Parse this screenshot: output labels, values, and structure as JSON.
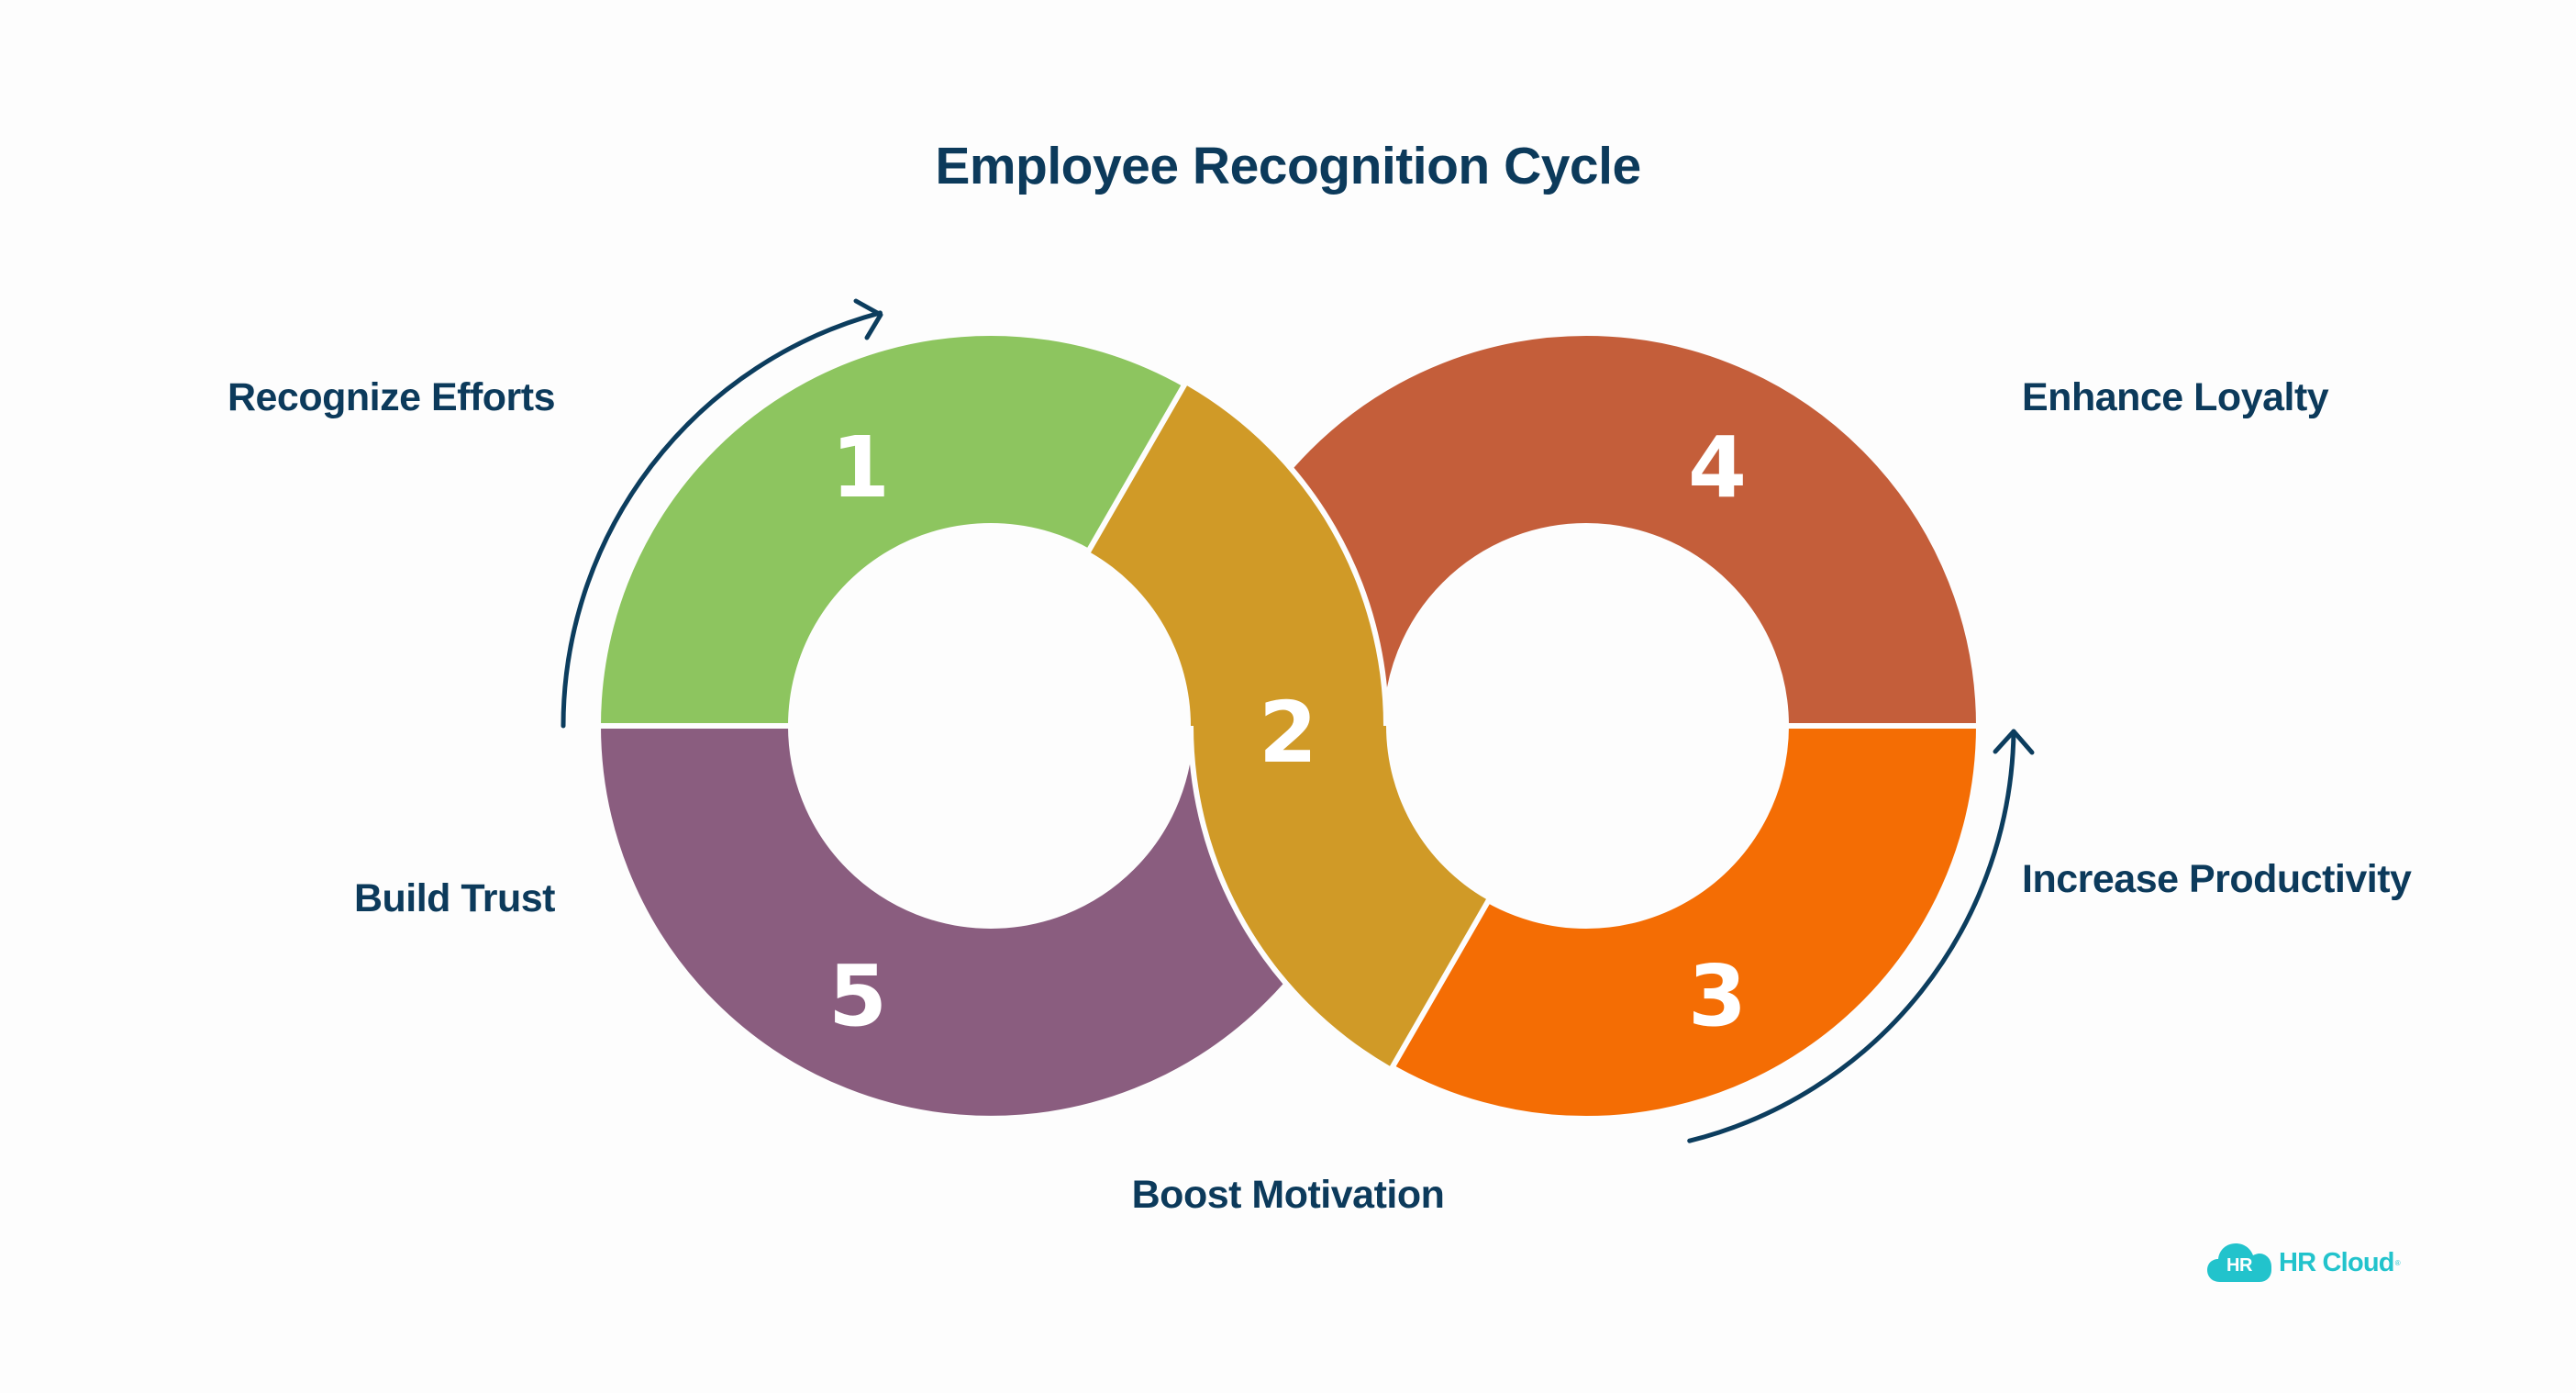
{
  "title": "Employee Recognition Cycle",
  "steps": [
    {
      "number": "1",
      "label": "Recognize Efforts",
      "color": "#8dc55f"
    },
    {
      "number": "2",
      "label": "Boost Motivation",
      "color": "#d09a27"
    },
    {
      "number": "3",
      "label": "Increase Productivity",
      "color": "#f46d04"
    },
    {
      "number": "4",
      "label": "Enhance Loyalty",
      "color": "#c45e3a"
    },
    {
      "number": "5",
      "label": "Build Trust",
      "color": "#8a5d7f"
    }
  ],
  "colors": {
    "text": "#0c3a5b",
    "arrow": "#0c3d5e",
    "brand": "#22c3cc",
    "background": "#fdfdfd"
  },
  "logo": {
    "badge": "HR",
    "name": "HR Cloud",
    "trademark": "®"
  }
}
